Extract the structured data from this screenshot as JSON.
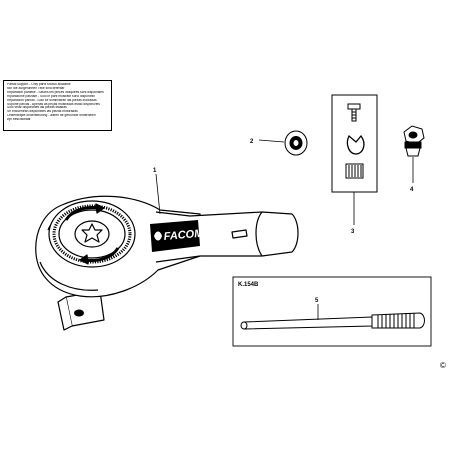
{
  "notice": {
    "lines": [
      "Partial support - Only parts shown available",
      "Nur die aufgeführten Teile sind lieferbar",
      "Reparation partielle - Seules les pièces indiquées sont disponibles",
      "Riparazione parziale - Solo le parti mostrate sono disponibili",
      "Reparación parcial - Sólo se suministran las piezas indicadas",
      "Suporte parcial - Apenas as peças mostradas estão disponíveis",
      "Solo velar disponibles las piezas listadas",
      "Se encuentran disponibles las piezas mostradas",
      "Onderdelijke ondersteuning - alleen de getoonde onderdelen",
      "zijn beschikbaar"
    ]
  },
  "brand": "FACOM",
  "callouts": {
    "p1": "1",
    "p2": "2",
    "p3": "3",
    "p4": "4",
    "p5": "5"
  },
  "kit_box_label": "K.154B",
  "corner_symbol": "©"
}
